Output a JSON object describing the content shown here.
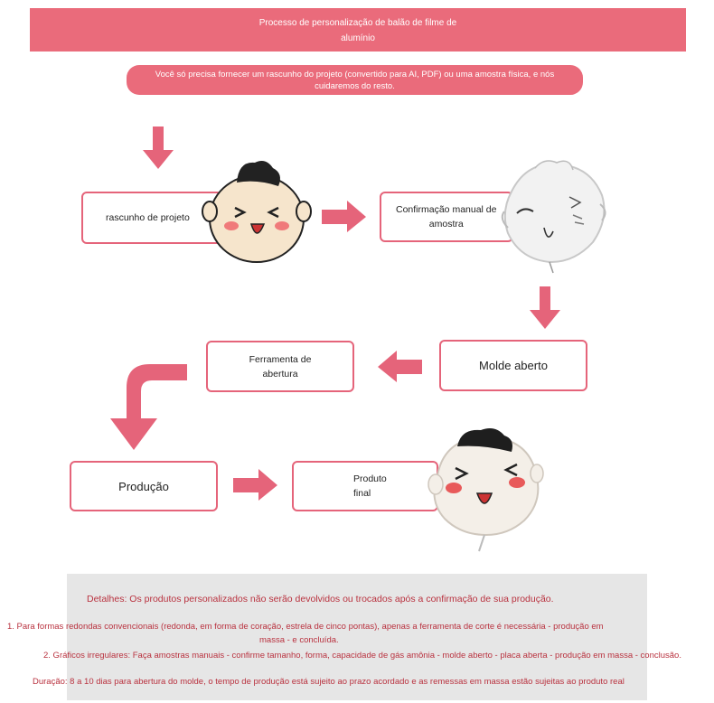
{
  "header": {
    "title_line1": "Processo de personalização de balão de filme de",
    "title_line2": "alumínio"
  },
  "intro": {
    "line1": "Você só precisa fornecer um rascunho do projeto (convertido para AI, PDF) ou uma amostra física, e nós",
    "line2": "cuidaremos do resto."
  },
  "steps": {
    "draft": "rascunho de projeto",
    "confirm_line1": "Confirmação manual de",
    "confirm_line2": "amostra",
    "open_mold": "Molde aberto",
    "tool_line1": "Ferramenta de",
    "tool_line2": "abertura",
    "production": "Produção",
    "final_line1": "Produto",
    "final_line2": "final"
  },
  "details": {
    "heading": "Detalhes: Os produtos personalizados não serão devolvidos ou trocados após a confirmação de sua produção.",
    "item1_line1": "1. Para formas redondas convencionais (redonda, em forma de coração, estrela de cinco pontas), apenas a ferramenta de corte é necessária - produção em",
    "item1_line2": "massa - e concluída.",
    "item2": "2. Gráficos irregulares: Faça amostras manuais - confirme tamanho, forma, capacidade de gás amônia - molde aberto - placa aberta - produção em massa - conclusão.",
    "duration": "Duração: 8 a 10 dias para abertura do molde, o tempo de produção está sujeito ao prazo acordado e as remessas em massa estão sujeitas ao produto real"
  },
  "colors": {
    "accent": "#ea6b7b",
    "box_border": "#e5647a",
    "details_bg": "#e6e6e6",
    "details_text": "#b9323f"
  },
  "icons": [
    "arrow-down-icon",
    "arrow-right-icon",
    "arrow-left-icon",
    "bent-arrow-icon",
    "cartoon-face-icon",
    "white-balloon-face-icon",
    "finished-balloon-face-icon"
  ]
}
